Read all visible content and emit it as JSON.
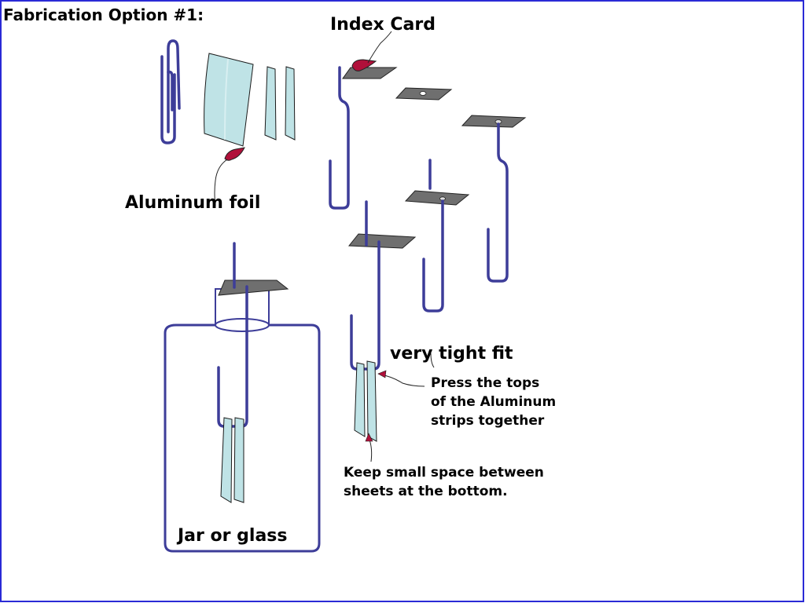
{
  "title": "Fabrication Option #1:",
  "labels": {
    "index_card": "Index Card",
    "aluminum_foil": "Aluminum foil",
    "very_tight_fit": "very tight fit",
    "press_tops": [
      "Press the tops",
      "of the Aluminum",
      "strips together"
    ],
    "keep_space": [
      "Keep small space between",
      "sheets at the bottom."
    ],
    "jar": "Jar or glass"
  },
  "colors": {
    "wire": "#3d3d99",
    "foil": "#bfe3e6",
    "card": "#6f6f6f",
    "callout": "#b0103a",
    "frame": "#2a2ad6"
  }
}
